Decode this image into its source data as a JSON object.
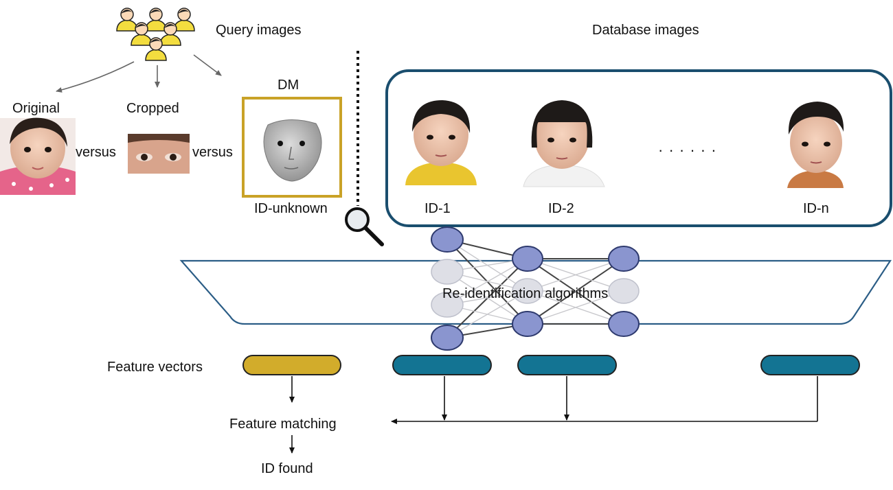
{
  "labels": {
    "query_images": "Query images",
    "database_images": "Database images",
    "original": "Original",
    "cropped": "Cropped",
    "versus_1": "versus",
    "versus_2": "versus",
    "dm": "DM",
    "id_unknown": "ID-unknown",
    "re_identification": "Re-identification algorithms",
    "feature_vectors": "Feature vectors",
    "feature_matching": "Feature matching",
    "id_found": "ID found",
    "ellipsis": "· · · · · ·"
  },
  "database_ids": [
    "ID-1",
    "ID-2",
    "ID-n"
  ],
  "colors": {
    "query_vector": "#d2ac2b",
    "database_vector": "#137493",
    "database_frame": "#1a4e6e",
    "dm_frame": "#c9a227",
    "trapezoid": "#2b5d86",
    "node_active": "#8a95cf",
    "node_inactive": "#dedfe6"
  }
}
